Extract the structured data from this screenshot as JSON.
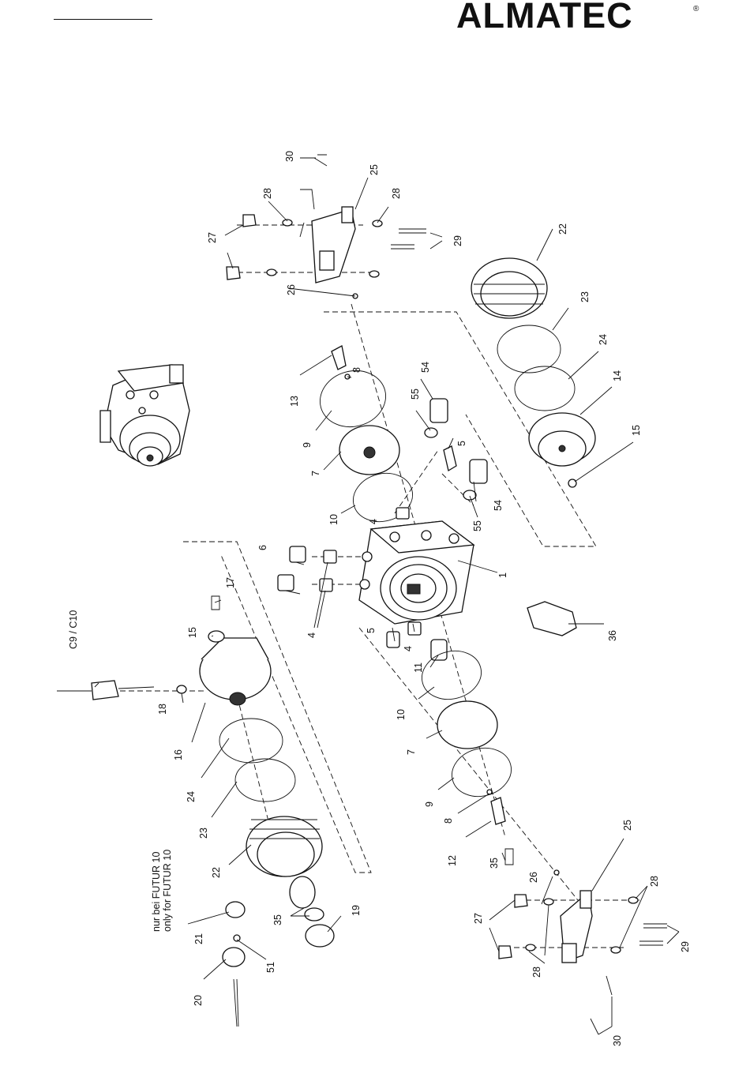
{
  "header": {
    "brand": "ALMATEC",
    "brand_mark": "®"
  },
  "drawing": {
    "labels": {
      "l1": "1",
      "l4a": "4",
      "l4b": "4",
      "l4c": "4",
      "l5a": "5",
      "l5b": "5",
      "l6": "6",
      "l7a": "7",
      "l7b": "7",
      "l8a": "8",
      "l8b": "8",
      "l9a": "9",
      "l9b": "9",
      "l10a": "10",
      "l10b": "10",
      "l11": "11",
      "l12": "12",
      "l13": "13",
      "l14": "14",
      "l15a": "15",
      "l15b": "15",
      "l16": "16",
      "l17": "17",
      "l18": "18",
      "l19": "19",
      "l20": "20",
      "l21": "21",
      "l22a": "22",
      "l22b": "22",
      "l23a": "23",
      "l23b": "23",
      "l24a": "24",
      "l24b": "24",
      "l25a": "25",
      "l25b": "25",
      "l26a": "26",
      "l26b": "26",
      "l27a": "27",
      "l27b": "27",
      "l28a": "28",
      "l28b": "28",
      "l28c": "28",
      "l28d": "28",
      "l29a": "29",
      "l29b": "29",
      "l30a": "30",
      "l30b": "30",
      "l35a": "35",
      "l35b": "35",
      "l36": "36",
      "l51": "51",
      "l54a": "54",
      "l54b": "54",
      "l55a": "55",
      "l55b": "55",
      "lc9": "C9 / C10"
    },
    "note_de": "nur bei  FUTUR 10",
    "note_en": "only for FUTUR 10"
  }
}
